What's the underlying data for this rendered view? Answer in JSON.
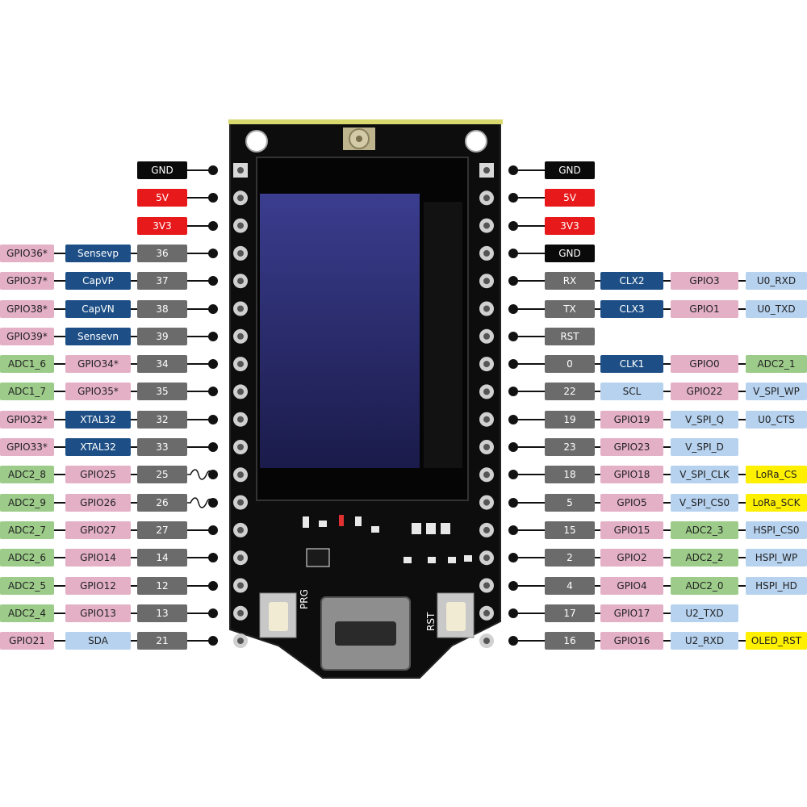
{
  "board": {
    "button_prg": "PRG",
    "button_rst": "RST",
    "colors": {
      "black": "#0a0a0a",
      "red": "#e8191b",
      "gray": "#6b6b6b",
      "navy": "#1d4f86",
      "pink": "#e3b0c6",
      "green": "#9dcc8a",
      "light_blue": "#b7d2ef",
      "yellow": "#fff000"
    }
  },
  "left_pins": [
    {
      "labels": [
        {
          "text": "GND",
          "color": "black"
        }
      ]
    },
    {
      "labels": [
        {
          "text": "5V",
          "color": "red"
        }
      ]
    },
    {
      "labels": [
        {
          "text": "3V3",
          "color": "red"
        }
      ]
    },
    {
      "labels": [
        {
          "text": "GPIO36*",
          "color": "pink"
        },
        {
          "text": "Sensevp",
          "color": "navy"
        },
        {
          "text": "36",
          "color": "gray"
        }
      ]
    },
    {
      "labels": [
        {
          "text": "GPIO37*",
          "color": "pink"
        },
        {
          "text": "CapVP",
          "color": "navy"
        },
        {
          "text": "37",
          "color": "gray"
        }
      ]
    },
    {
      "labels": [
        {
          "text": "GPIO38*",
          "color": "pink"
        },
        {
          "text": "CapVN",
          "color": "navy"
        },
        {
          "text": "38",
          "color": "gray"
        }
      ]
    },
    {
      "labels": [
        {
          "text": "GPIO39*",
          "color": "pink"
        },
        {
          "text": "Sensevn",
          "color": "navy"
        },
        {
          "text": "39",
          "color": "gray"
        }
      ]
    },
    {
      "labels": [
        {
          "text": "ADC1_6",
          "color": "green"
        },
        {
          "text": "GPIO34*",
          "color": "pink"
        },
        {
          "text": "34",
          "color": "gray"
        }
      ]
    },
    {
      "labels": [
        {
          "text": "ADC1_7",
          "color": "green"
        },
        {
          "text": "GPIO35*",
          "color": "pink"
        },
        {
          "text": "35",
          "color": "gray"
        }
      ]
    },
    {
      "labels": [
        {
          "text": "GPIO32*",
          "color": "pink"
        },
        {
          "text": "XTAL32",
          "color": "navy"
        },
        {
          "text": "32",
          "color": "gray"
        }
      ]
    },
    {
      "labels": [
        {
          "text": "GPIO33*",
          "color": "pink"
        },
        {
          "text": "XTAL32",
          "color": "navy"
        },
        {
          "text": "33",
          "color": "gray"
        }
      ]
    },
    {
      "labels": [
        {
          "text": "ADC2_8",
          "color": "green"
        },
        {
          "text": "GPIO25",
          "color": "pink"
        },
        {
          "text": "25",
          "color": "gray"
        }
      ],
      "wave": true
    },
    {
      "labels": [
        {
          "text": "ADC2_9",
          "color": "green"
        },
        {
          "text": "GPIO26",
          "color": "pink"
        },
        {
          "text": "26",
          "color": "gray"
        }
      ],
      "wave": true
    },
    {
      "labels": [
        {
          "text": "ADC2_7",
          "color": "green"
        },
        {
          "text": "GPIO27",
          "color": "pink"
        },
        {
          "text": "27",
          "color": "gray"
        }
      ]
    },
    {
      "labels": [
        {
          "text": "ADC2_6",
          "color": "green"
        },
        {
          "text": "GPIO14",
          "color": "pink"
        },
        {
          "text": "14",
          "color": "gray"
        }
      ]
    },
    {
      "labels": [
        {
          "text": "ADC2_5",
          "color": "green"
        },
        {
          "text": "GPIO12",
          "color": "pink"
        },
        {
          "text": "12",
          "color": "gray"
        }
      ]
    },
    {
      "labels": [
        {
          "text": "ADC2_4",
          "color": "green"
        },
        {
          "text": "GPIO13",
          "color": "pink"
        },
        {
          "text": "13",
          "color": "gray"
        }
      ]
    },
    {
      "labels": [
        {
          "text": "GPIO21",
          "color": "pink"
        },
        {
          "text": "SDA",
          "color": "light_blue"
        },
        {
          "text": "21",
          "color": "gray"
        }
      ]
    }
  ],
  "right_pins": [
    {
      "labels": [
        {
          "text": "GND",
          "color": "black"
        }
      ]
    },
    {
      "labels": [
        {
          "text": "5V",
          "color": "red"
        }
      ]
    },
    {
      "labels": [
        {
          "text": "3V3",
          "color": "red"
        }
      ]
    },
    {
      "labels": [
        {
          "text": "GND",
          "color": "black"
        }
      ]
    },
    {
      "labels": [
        {
          "text": "RX",
          "color": "gray"
        },
        {
          "text": "CLX2",
          "color": "navy"
        },
        {
          "text": "GPIO3",
          "color": "pink"
        },
        {
          "text": "U0_RXD",
          "color": "light_blue"
        }
      ]
    },
    {
      "labels": [
        {
          "text": "TX",
          "color": "gray"
        },
        {
          "text": "CLX3",
          "color": "navy"
        },
        {
          "text": "GPIO1",
          "color": "pink"
        },
        {
          "text": "U0_TXD",
          "color": "light_blue"
        }
      ]
    },
    {
      "labels": [
        {
          "text": "RST",
          "color": "gray"
        }
      ]
    },
    {
      "labels": [
        {
          "text": "0",
          "color": "gray"
        },
        {
          "text": "CLK1",
          "color": "navy"
        },
        {
          "text": "GPIO0",
          "color": "pink"
        },
        {
          "text": "ADC2_1",
          "color": "green"
        }
      ]
    },
    {
      "labels": [
        {
          "text": "22",
          "color": "gray"
        },
        {
          "text": "SCL",
          "color": "light_blue"
        },
        {
          "text": "GPIO22",
          "color": "pink"
        },
        {
          "text": "V_SPI_WP",
          "color": "light_blue"
        }
      ]
    },
    {
      "labels": [
        {
          "text": "19",
          "color": "gray"
        },
        {
          "text": "GPIO19",
          "color": "pink"
        },
        {
          "text": "V_SPI_Q",
          "color": "light_blue"
        },
        {
          "text": "U0_CTS",
          "color": "light_blue"
        }
      ]
    },
    {
      "labels": [
        {
          "text": "23",
          "color": "gray"
        },
        {
          "text": "GPIO23",
          "color": "pink"
        },
        {
          "text": "V_SPI_D",
          "color": "light_blue"
        }
      ]
    },
    {
      "labels": [
        {
          "text": "18",
          "color": "gray"
        },
        {
          "text": "GPIO18",
          "color": "pink"
        },
        {
          "text": "V_SPI_CLK",
          "color": "light_blue"
        },
        {
          "text": "LoRa_CS",
          "color": "yellow"
        }
      ]
    },
    {
      "labels": [
        {
          "text": "5",
          "color": "gray"
        },
        {
          "text": "GPIO5",
          "color": "pink"
        },
        {
          "text": "V_SPI_CS0",
          "color": "light_blue"
        },
        {
          "text": "LoRa_SCK",
          "color": "yellow"
        }
      ]
    },
    {
      "labels": [
        {
          "text": "15",
          "color": "gray"
        },
        {
          "text": "GPIO15",
          "color": "pink"
        },
        {
          "text": "ADC2_3",
          "color": "green"
        },
        {
          "text": "HSPI_CS0",
          "color": "light_blue"
        }
      ]
    },
    {
      "labels": [
        {
          "text": "2",
          "color": "gray"
        },
        {
          "text": "GPIO2",
          "color": "pink"
        },
        {
          "text": "ADC2_2",
          "color": "green"
        },
        {
          "text": "HSPI_WP",
          "color": "light_blue"
        }
      ]
    },
    {
      "labels": [
        {
          "text": "4",
          "color": "gray"
        },
        {
          "text": "GPIO4",
          "color": "pink"
        },
        {
          "text": "ADC2_0",
          "color": "green"
        },
        {
          "text": "HSPI_HD",
          "color": "light_blue"
        }
      ]
    },
    {
      "labels": [
        {
          "text": "17",
          "color": "gray"
        },
        {
          "text": "GPIO17",
          "color": "pink"
        },
        {
          "text": "U2_TXD",
          "color": "light_blue"
        }
      ]
    },
    {
      "labels": [
        {
          "text": "16",
          "color": "gray"
        },
        {
          "text": "GPIO16",
          "color": "pink"
        },
        {
          "text": "U2_RXD",
          "color": "light_blue"
        },
        {
          "text": "OLED_RST",
          "color": "yellow"
        }
      ]
    }
  ]
}
